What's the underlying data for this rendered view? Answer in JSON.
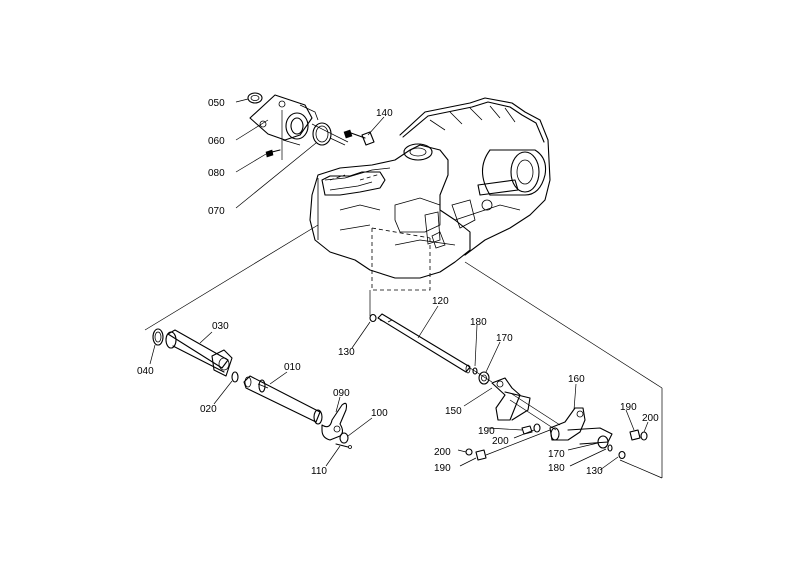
{
  "labels": {
    "p050": "050",
    "p060": "060",
    "p080": "080",
    "p070": "070",
    "p140": "140",
    "p030": "030",
    "p040": "040",
    "p020": "020",
    "p010": "010",
    "p090": "090",
    "p100": "100",
    "p110": "110",
    "p120": "120",
    "p130a": "130",
    "p180a": "180",
    "p170a": "170",
    "p150": "150",
    "p190a": "190",
    "p200a": "200",
    "p200b": "200",
    "p190b": "190",
    "p160": "160",
    "p190c": "190",
    "p200c": "200",
    "p170b": "170",
    "p180b": "180",
    "p130b": "130"
  }
}
